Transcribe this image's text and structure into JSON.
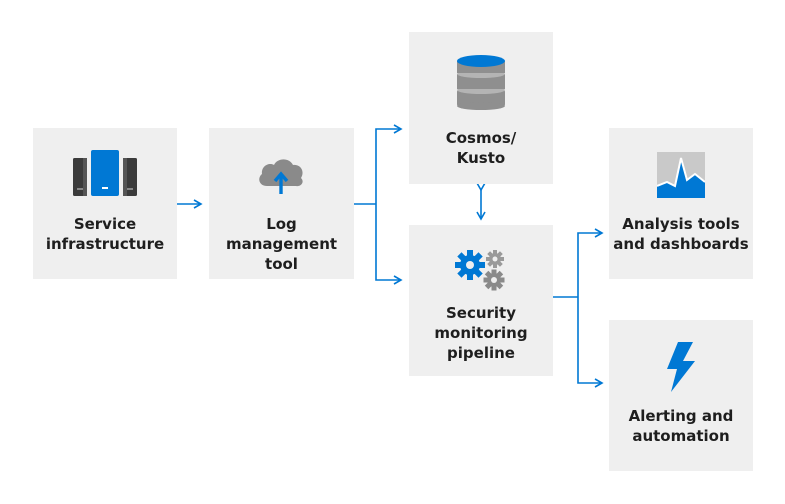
{
  "nodes": {
    "service_infrastructure": {
      "label": "Service\ninfrastructure",
      "icon": "servers-icon"
    },
    "log_management": {
      "label": "Log management\ntool",
      "icon": "cloud-upload-icon"
    },
    "cosmos_kusto": {
      "label": "Cosmos/\nKusto",
      "icon": "database-icon"
    },
    "security_pipeline": {
      "label": "Security\nmonitoring\npipeline",
      "icon": "gears-icon"
    },
    "analysis_tools": {
      "label": "Analysis tools\nand dashboards",
      "icon": "chart-icon"
    },
    "alerting": {
      "label": "Alerting and\nautomation",
      "icon": "lightning-icon"
    }
  },
  "colors": {
    "box_bg": "#efefef",
    "arrow": "#0078d4",
    "accent_blue": "#0078d4",
    "icon_gray": "#777777",
    "text": "#1e1e1e"
  }
}
